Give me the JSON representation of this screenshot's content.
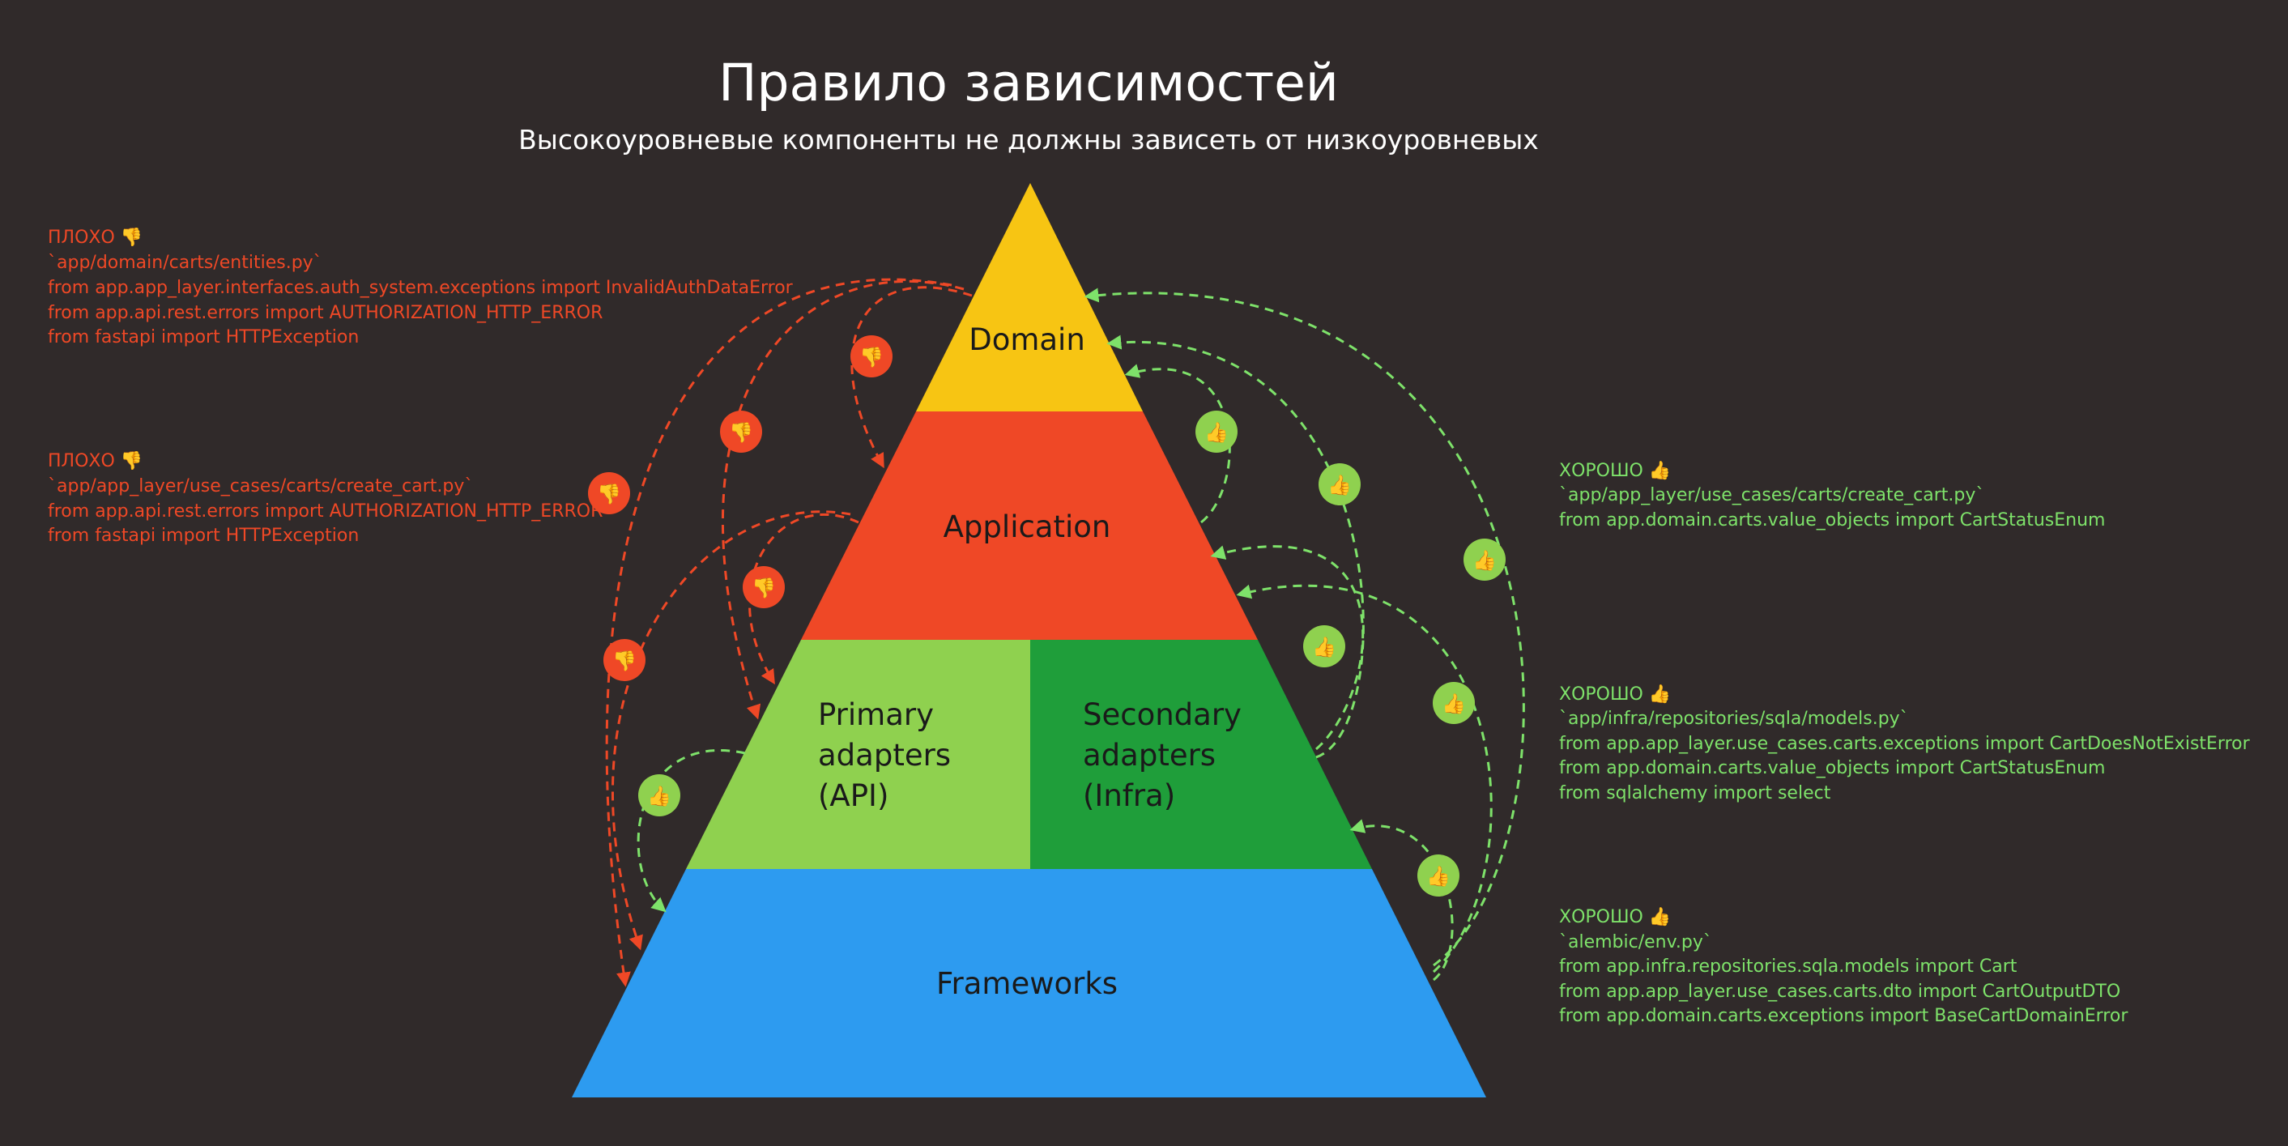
{
  "title": "Правило зависимостей",
  "subtitle": "Высокоуровневые компоненты не должны зависеть от низкоуровневых",
  "colors": {
    "background": "#302a2a",
    "domain": "#f7c513",
    "application": "#ef4826",
    "primary_adapters": "#8fd14f",
    "secondary_adapters": "#1f9e3a",
    "frameworks": "#2d9bf0",
    "bad": "#ef4826",
    "good": "#8fd14f",
    "good_text": "#7ee26a"
  },
  "layers": {
    "domain": "Domain",
    "application": "Application",
    "primary": [
      "Primary",
      "adapters",
      "(API)"
    ],
    "secondary": [
      "Secondary",
      "adapters",
      "(Infra)"
    ],
    "frameworks": "Frameworks"
  },
  "notes": {
    "bad_1": {
      "heading": "ПЛОХО",
      "icon": "thumbs-down-icon",
      "file": "`app/domain/carts/entities.py`",
      "lines": [
        "from app.app_layer.interfaces.auth_system.exceptions import InvalidAuthDataError",
        "from app.api.rest.errors import AUTHORIZATION_HTTP_ERROR",
        "from fastapi import HTTPException"
      ]
    },
    "bad_2": {
      "heading": "ПЛОХО",
      "icon": "thumbs-down-icon",
      "file": "`app/app_layer/use_cases/carts/create_cart.py`",
      "lines": [
        "from app.api.rest.errors import AUTHORIZATION_HTTP_ERROR",
        "from fastapi import HTTPException"
      ]
    },
    "good_1": {
      "heading": "ХОРОШО",
      "icon": "thumbs-up-icon",
      "file": "`app/app_layer/use_cases/carts/create_cart.py`",
      "lines": [
        "from app.domain.carts.value_objects import CartStatusEnum"
      ]
    },
    "good_2": {
      "heading": "ХОРОШО",
      "icon": "thumbs-up-icon",
      "file": "`app/infra/repositories/sqla/models.py`",
      "lines": [
        "from app.app_layer.use_cases.carts.exceptions import CartDoesNotExistError",
        "from app.domain.carts.value_objects import CartStatusEnum",
        "from sqlalchemy import select"
      ]
    },
    "good_3": {
      "heading": "ХОРОШО",
      "icon": "thumbs-up-icon",
      "file": "`alembic/env.py`",
      "lines": [
        "from app.infra.repositories.sqla.models import Cart",
        "from app.app_layer.use_cases.carts.dto import CartOutputDTO",
        "from app.domain.carts.exceptions import BaseCartDomainError"
      ]
    }
  }
}
